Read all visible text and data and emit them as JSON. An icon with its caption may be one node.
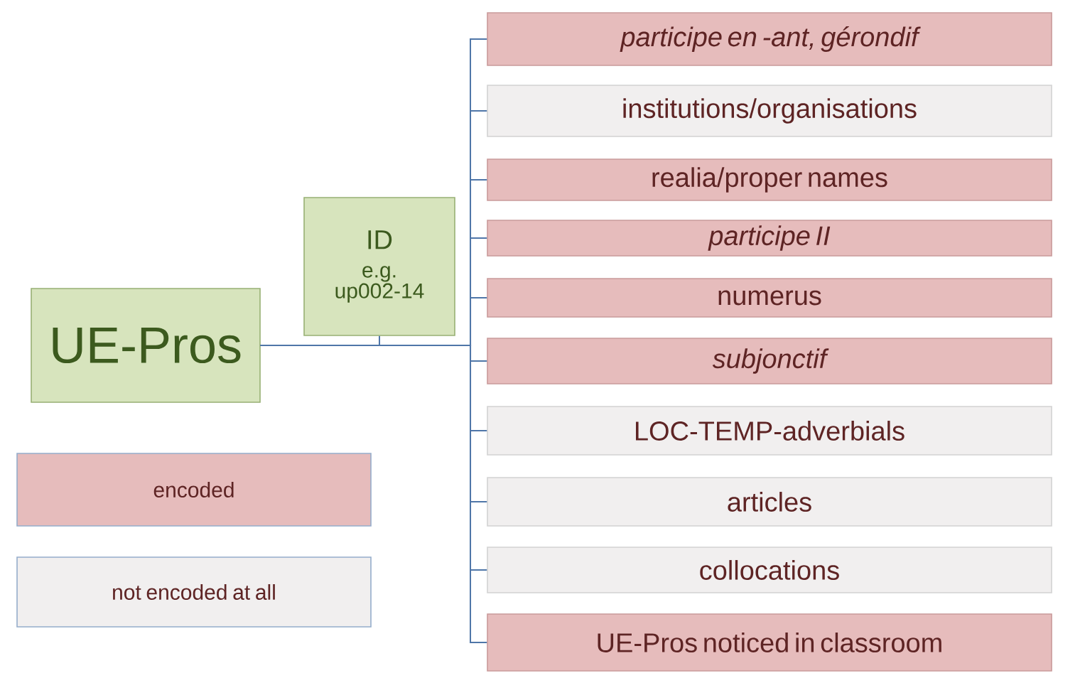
{
  "diagram": {
    "nodes": [
      {
        "text": [
          "UE-Pros"
        ]
      },
      {
        "text": [
          "ID",
          "e.g. up002-14"
        ]
      },
      {
        "text": [
          "participe en -ant, gérondif"
        ]
      },
      {
        "text": [
          "institutions/organisations"
        ]
      },
      {
        "text": [
          "realia/proper names"
        ]
      },
      {
        "text": [
          "participe II"
        ]
      },
      {
        "text": [
          "numerus"
        ]
      },
      {
        "text": [
          "subjonctif"
        ]
      },
      {
        "text": [
          "LOC-TEMP-adverbials"
        ]
      },
      {
        "text": [
          "articles"
        ]
      },
      {
        "text": [
          "collocations"
        ]
      },
      {
        "text": [
          "UE-Pros noticed in classroom"
        ]
      }
    ],
    "edges": [
      {
        "from": 0,
        "to": 1,
        "arrow": "none"
      },
      {
        "from": 0,
        "to": 2,
        "arrow": "none"
      },
      {
        "from": 0,
        "to": 3,
        "arrow": "none"
      },
      {
        "from": 0,
        "to": 4,
        "arrow": "none"
      },
      {
        "from": 0,
        "to": 5,
        "arrow": "none"
      },
      {
        "from": 0,
        "to": 6,
        "arrow": "none"
      },
      {
        "from": 0,
        "to": 7,
        "arrow": "none"
      },
      {
        "from": 0,
        "to": 8,
        "arrow": "none"
      },
      {
        "from": 0,
        "to": 9,
        "arrow": "none"
      },
      {
        "from": 0,
        "to": 10,
        "arrow": "none"
      },
      {
        "from": 0,
        "to": 11,
        "arrow": "none"
      }
    ],
    "legend": [
      {
        "text": "encoded",
        "color": "#e6bcbc"
      },
      {
        "text": "not encoded at all"
      }
    ]
  }
}
